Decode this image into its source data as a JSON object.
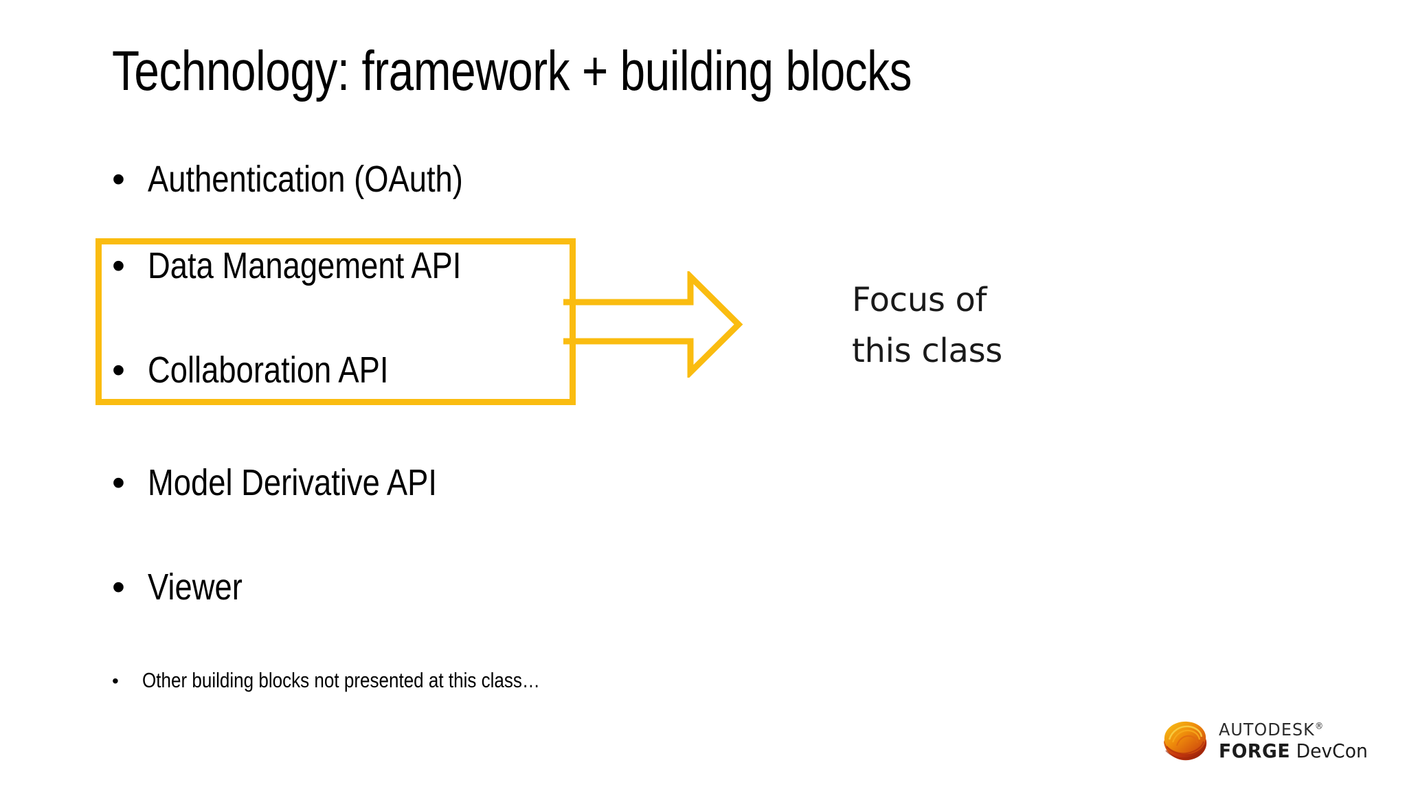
{
  "slide": {
    "title": "Technology: framework + building blocks",
    "background_color": "#FFFFFF",
    "accent_color": "#FABC10",
    "text_color": "#000000"
  },
  "bullets": [
    {
      "id": "auth",
      "marker": "•",
      "label": "Authentication (OAuth)"
    },
    {
      "id": "datamgmt",
      "marker": "•",
      "label": "Data Management API"
    },
    {
      "id": "collab",
      "marker": "•",
      "label": "Collaboration API"
    },
    {
      "id": "modelderiv",
      "marker": "•",
      "label": "Model Derivative API"
    },
    {
      "id": "viewer",
      "marker": "•",
      "label": "Viewer"
    },
    {
      "id": "other",
      "marker": "•",
      "label": "Other building blocks not presented at this class…"
    }
  ],
  "callout": {
    "line1": "Focus of",
    "line2": "this class",
    "arrow_color": "#FABC10",
    "box_color": "#FABC10"
  },
  "logo": {
    "brand": "AUTODESK",
    "registered": "®",
    "product": "FORGE",
    "event": "DevCon",
    "mark_colors": [
      "#F5B400",
      "#E8820C",
      "#C8380F",
      "#8C1D07"
    ]
  }
}
